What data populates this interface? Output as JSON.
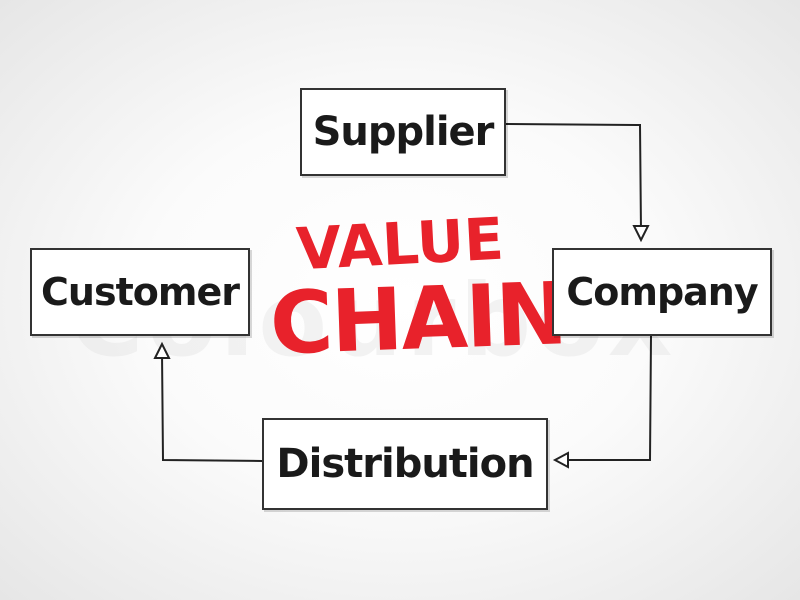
{
  "title": {
    "line1": "VALUE",
    "line2": "CHAIN",
    "color": "#e8222b"
  },
  "nodes": {
    "supplier": "Supplier",
    "company": "Company",
    "distribution": "Distribution",
    "customer": "Customer"
  },
  "edges": [
    [
      "Supplier",
      "Company"
    ],
    [
      "Company",
      "Distribution"
    ],
    [
      "Distribution",
      "Customer"
    ]
  ],
  "watermark": "Colourbox"
}
